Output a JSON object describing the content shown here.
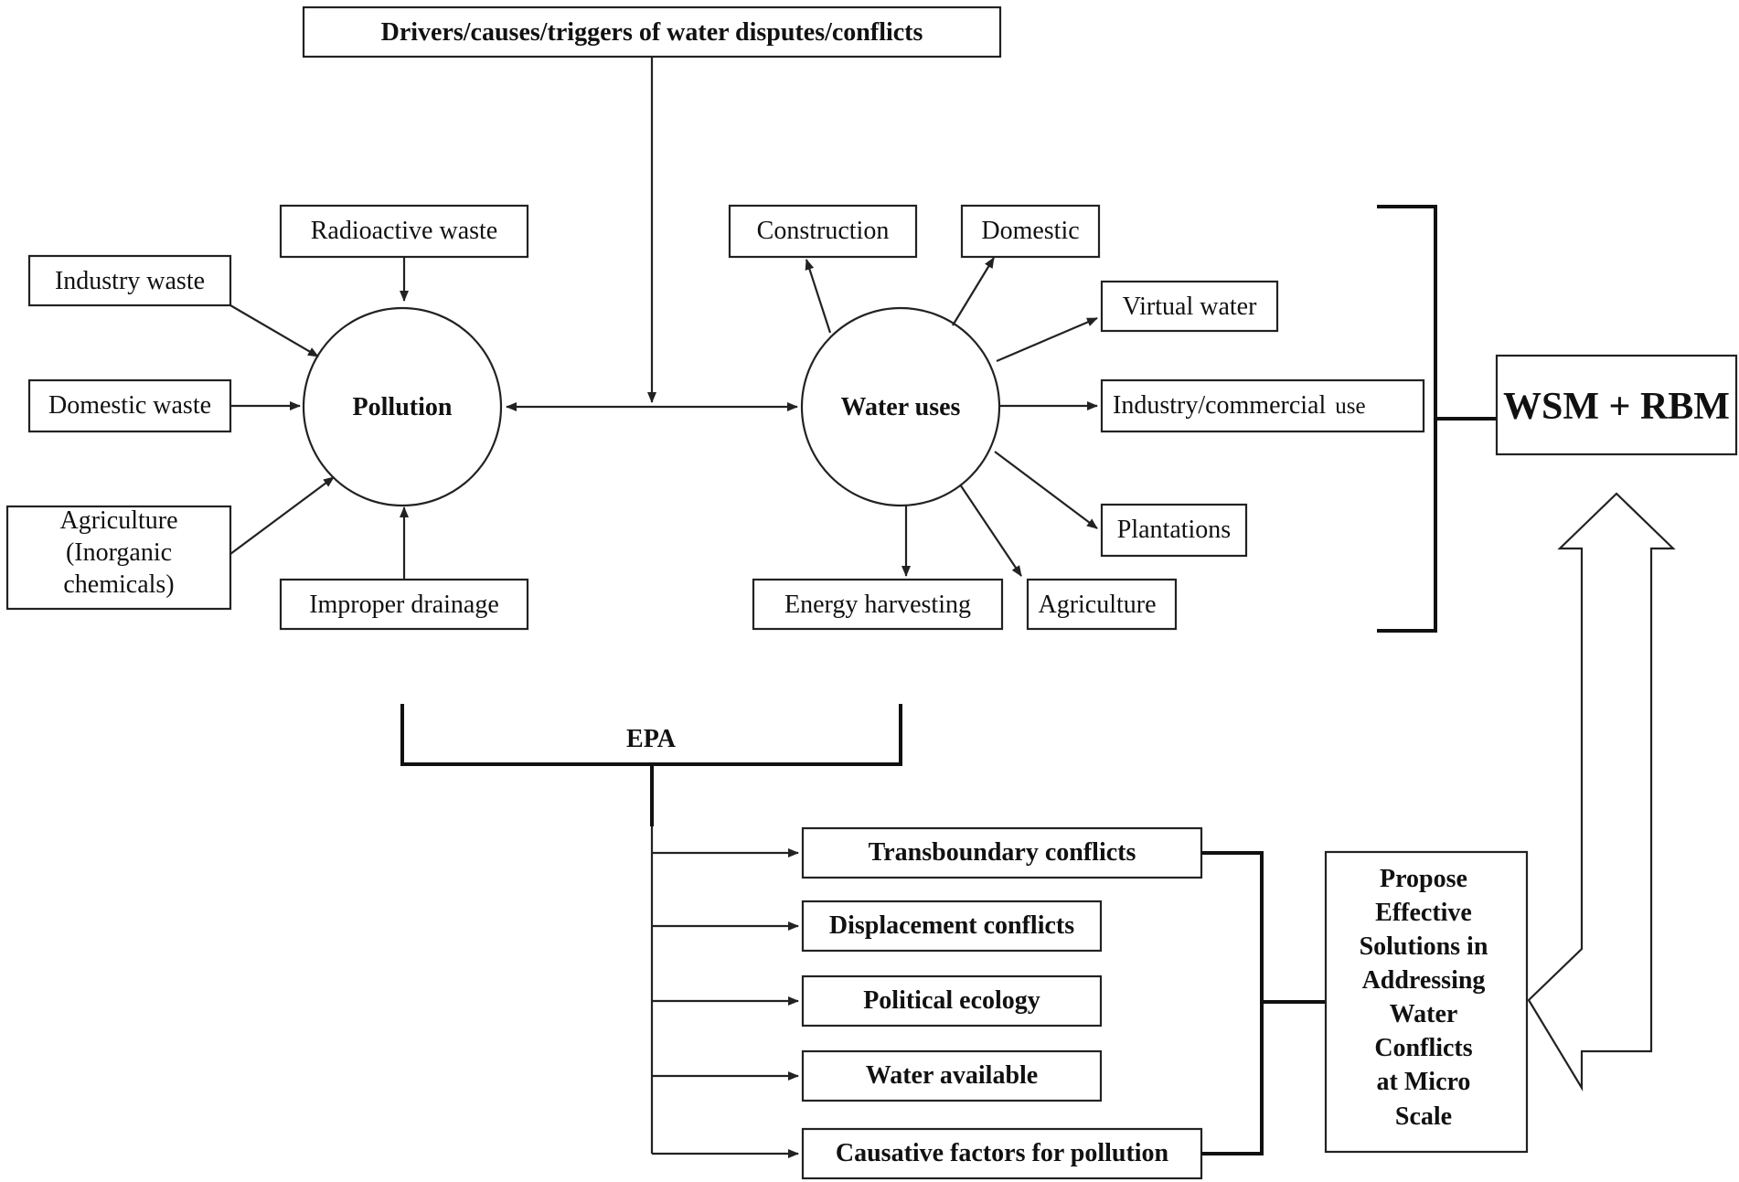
{
  "title": "Drivers/causes/triggers of water disputes/conflicts",
  "pollution": {
    "center": "Pollution",
    "sources": {
      "radioactive": "Radioactive waste",
      "industry": "Industry waste",
      "domestic": "Domestic waste",
      "agriculture_l1": "Agriculture",
      "agriculture_l2": "(Inorganic",
      "agriculture_l3": "chemicals)",
      "drainage": "Improper drainage"
    }
  },
  "water_uses": {
    "center": "Water uses",
    "items": {
      "construction": "Construction",
      "domestic": "Domestic",
      "virtual_water": "Virtual water",
      "industry_a": "Industry/commercial",
      "industry_b": "use",
      "plantations": "Plantations",
      "agriculture": "Agriculture",
      "energy": "Energy harvesting"
    }
  },
  "wsm_rbm": "WSM + RBM",
  "epa": "EPA",
  "conflicts": {
    "transboundary": "Transboundary conflicts",
    "displacement": "Displacement conflicts",
    "political": "Political ecology",
    "water_available": "Water available",
    "causative": "Causative factors for pollution"
  },
  "proposal": [
    "Propose",
    "Effective",
    "Solutions in",
    "Addressing",
    "Water",
    "Conflicts",
    "at Micro",
    "Scale"
  ]
}
